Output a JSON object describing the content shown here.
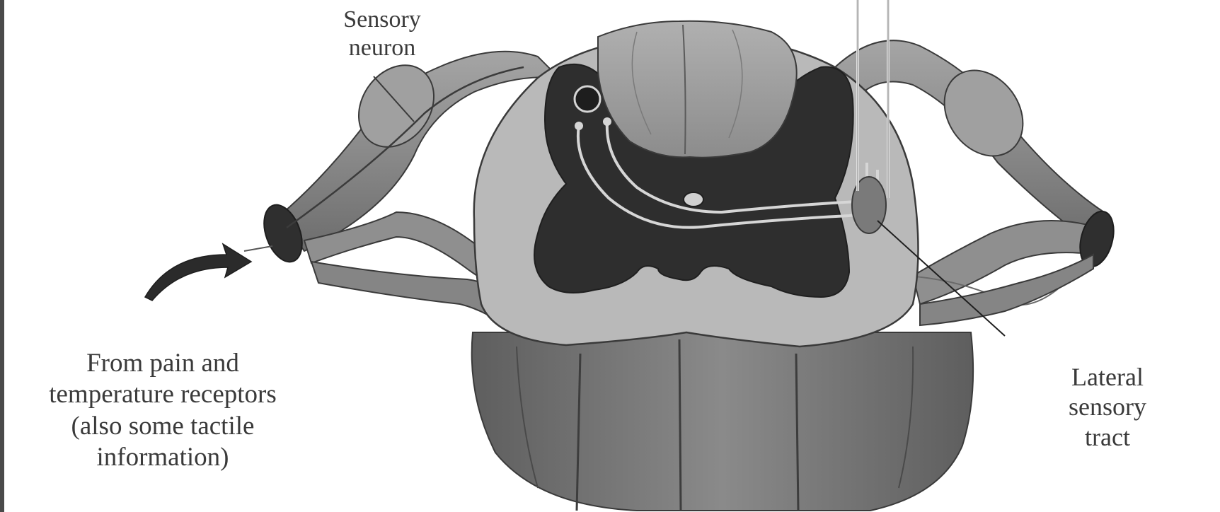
{
  "labels": {
    "sensory_neuron": "Sensory\nneuron",
    "receptors": "From pain and\ntemperature receptors\n(also some tactile\ninformation)",
    "lateral_tract": "Lateral\nsensory\ntract"
  },
  "colors": {
    "white_matter": "#b9b9b9",
    "gray_matter": "#2e2e2e",
    "nerve_root": "#8c8c8c",
    "column_shadow": "#6f6f6f",
    "text": "#3a3a3a"
  }
}
